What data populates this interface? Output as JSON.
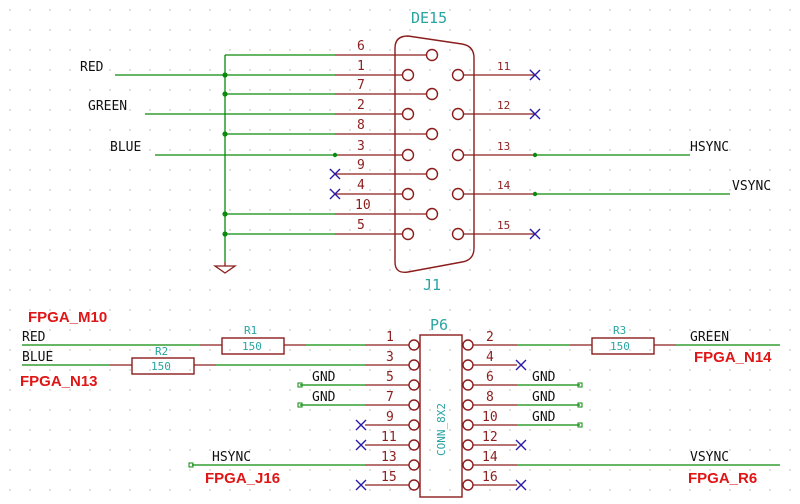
{
  "connector_j1": {
    "value": "DE15",
    "ref": "J1",
    "pins": [
      "1",
      "2",
      "3",
      "4",
      "5",
      "6",
      "7",
      "8",
      "9",
      "10",
      "11",
      "12",
      "13",
      "14",
      "15"
    ]
  },
  "connector_p6": {
    "ref": "P6",
    "value": "CONN_8X2",
    "pins": [
      "1",
      "2",
      "3",
      "4",
      "5",
      "6",
      "7",
      "8",
      "9",
      "10",
      "11",
      "12",
      "13",
      "14",
      "15",
      "16"
    ]
  },
  "resistors": [
    {
      "ref": "R1",
      "value": "150"
    },
    {
      "ref": "R2",
      "value": "150"
    },
    {
      "ref": "R3",
      "value": "150"
    }
  ],
  "nets": {
    "red": "RED",
    "green": "GREEN",
    "blue": "BLUE",
    "hsync": "HSYNC",
    "vsync": "VSYNC",
    "gnd": "GND"
  },
  "fpga_pins": {
    "red": "FPGA_M10",
    "blue": "FPGA_N13",
    "green": "FPGA_N14",
    "hsync": "FPGA_J16",
    "vsync": "FPGA_R6"
  },
  "colors": {
    "wire": "#0a8a0a",
    "pin": "#8c1d1d",
    "no_connect": "#2a1aa8",
    "reference": "#2aa3a3",
    "fpga_label": "#e01515"
  }
}
